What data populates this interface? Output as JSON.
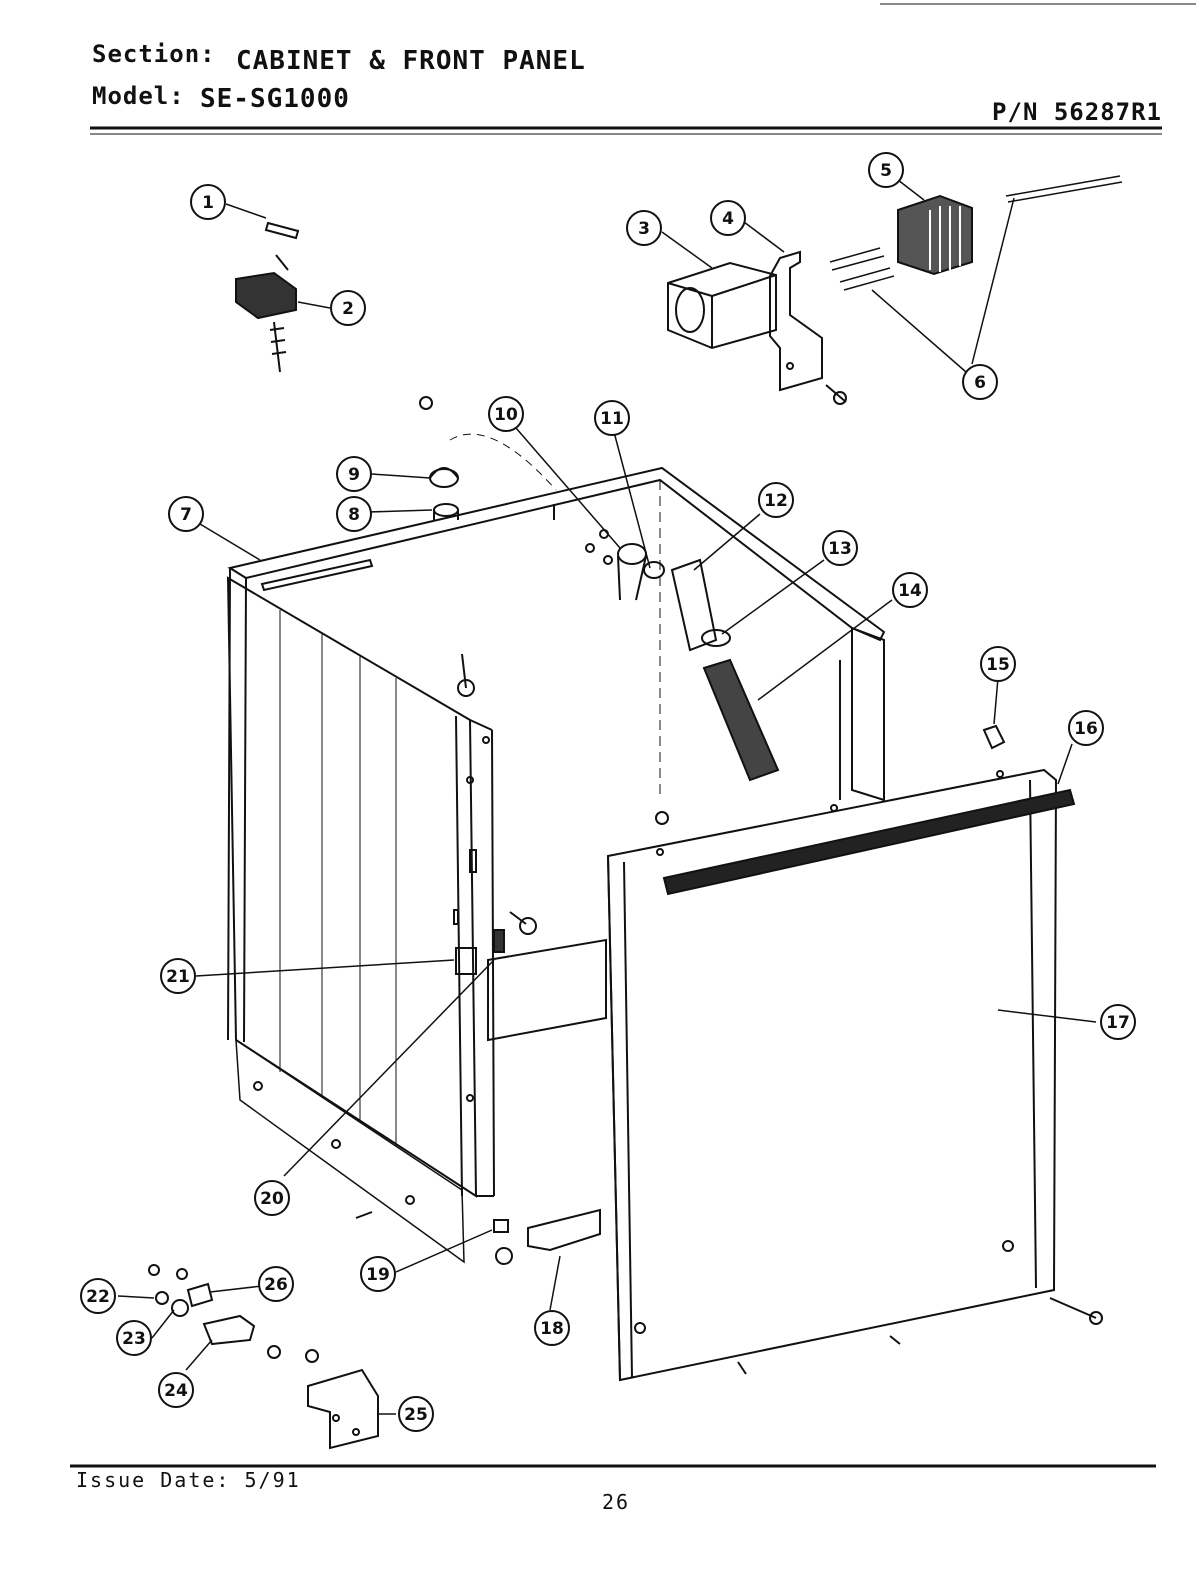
{
  "header": {
    "section_label": "Section:",
    "section_value": "CABINET & FRONT PANEL",
    "model_label": "Model:",
    "model_value": "SE-SG1000",
    "part_number": "P/N 56287R1"
  },
  "footer": {
    "issue_date": "Issue Date: 5/91",
    "page_number": "26"
  },
  "callouts": [
    {
      "label": "1"
    },
    {
      "label": "2"
    },
    {
      "label": "3"
    },
    {
      "label": "4"
    },
    {
      "label": "5"
    },
    {
      "label": "6"
    },
    {
      "label": "7"
    },
    {
      "label": "8"
    },
    {
      "label": "9"
    },
    {
      "label": "10"
    },
    {
      "label": "11"
    },
    {
      "label": "12"
    },
    {
      "label": "13"
    },
    {
      "label": "14"
    },
    {
      "label": "15"
    },
    {
      "label": "16"
    },
    {
      "label": "17"
    },
    {
      "label": "18"
    },
    {
      "label": "19"
    },
    {
      "label": "20"
    },
    {
      "label": "21"
    },
    {
      "label": "22"
    },
    {
      "label": "23"
    },
    {
      "label": "24"
    },
    {
      "label": "25"
    },
    {
      "label": "26"
    }
  ]
}
